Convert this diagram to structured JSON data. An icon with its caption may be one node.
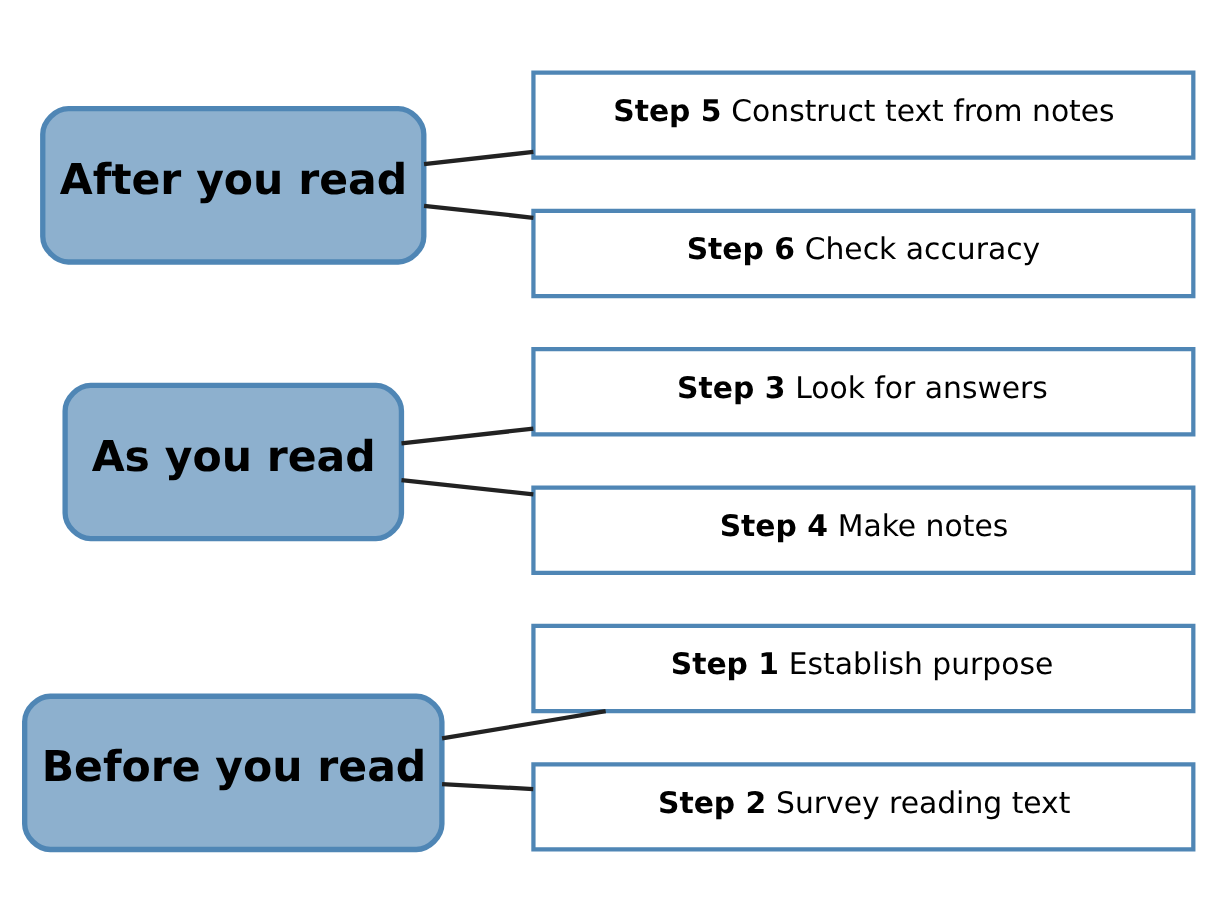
{
  "diagram": {
    "nodes": [
      {
        "text": [
          "Before you read"
        ]
      },
      {
        "text": [
          "Step 1",
          "Establish purpose"
        ]
      },
      {
        "text": [
          "Step 2",
          "Survey reading text"
        ]
      },
      {
        "text": [
          "As you read"
        ]
      },
      {
        "text": [
          "Step 3",
          "Look for answers"
        ]
      },
      {
        "text": [
          "Step 4",
          "Make notes"
        ]
      },
      {
        "text": [
          "After you read"
        ]
      },
      {
        "text": [
          "Step 5",
          "Construct text from notes"
        ]
      },
      {
        "text": [
          "Step 6",
          "Check accuracy"
        ]
      }
    ],
    "edges": [
      {
        "from": 0,
        "to": 1,
        "arrow": "none"
      },
      {
        "from": 0,
        "to": 2,
        "arrow": "none"
      },
      {
        "from": 3,
        "to": 4,
        "arrow": "none"
      },
      {
        "from": 3,
        "to": 5,
        "arrow": "none"
      },
      {
        "from": 6,
        "to": 7,
        "arrow": "none"
      },
      {
        "from": 6,
        "to": 8,
        "arrow": "none"
      }
    ]
  }
}
